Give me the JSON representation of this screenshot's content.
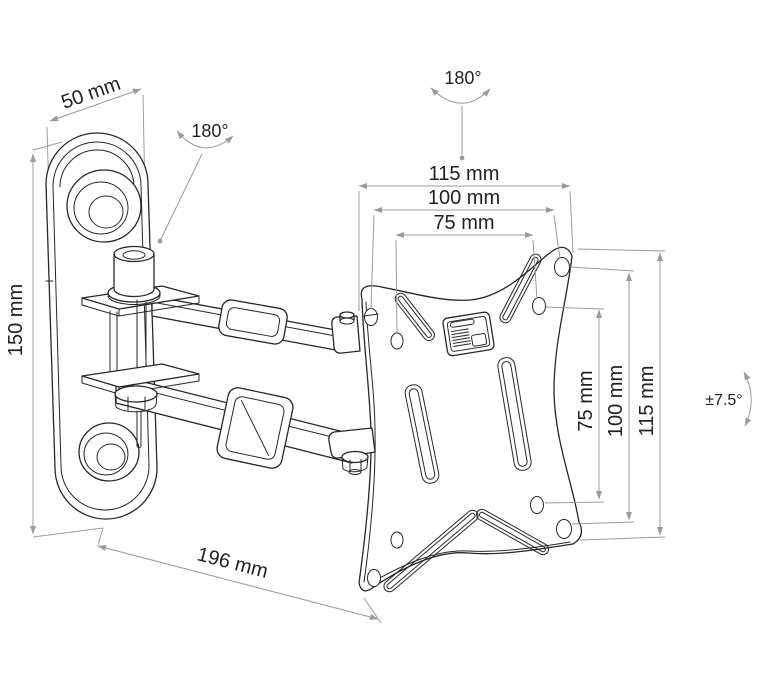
{
  "diagram": {
    "kind": "technical line drawing",
    "subject": "articulating flat-screen wall mount bracket",
    "colors": {
      "background": "#ffffff",
      "drawing_line": "#29262a",
      "dimension_line": "#9b9b9b",
      "label_text": "#231f20"
    },
    "labels": {
      "wall_plate_width": "50 mm",
      "wall_plate_height": "150 mm",
      "arm_reach": "196 mm",
      "swivel_wall": "180°",
      "swivel_plate": "180°",
      "tilt_range": "±7.5°",
      "plate_width_outer": "115 mm",
      "plate_width_holes": "100 mm",
      "plate_width_vesa": "75 mm",
      "plate_height_vesa": "75 mm",
      "plate_height_holes": "100 mm",
      "plate_height_outer": "115 mm"
    }
  }
}
